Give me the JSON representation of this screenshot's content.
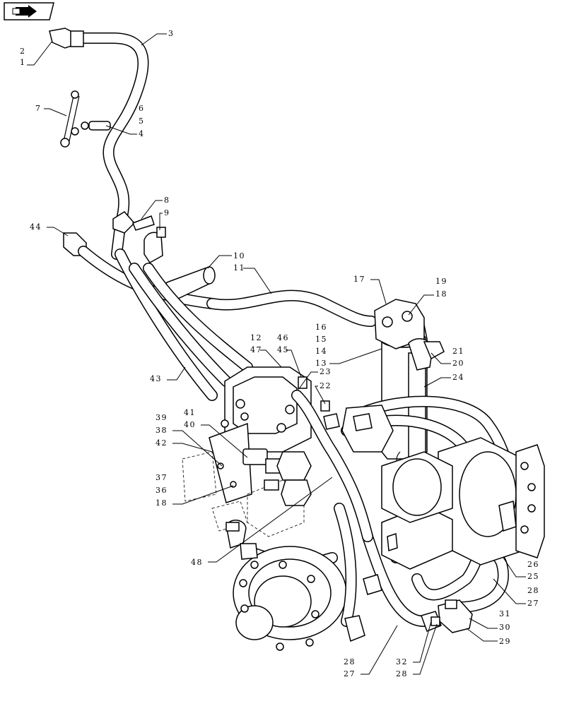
{
  "nav_icon": {
    "name": "page-nav-arrow-icon"
  },
  "callouts": {
    "c1": "1",
    "c2": "2",
    "c3": "3",
    "c4": "4",
    "c5": "5",
    "c6": "6",
    "c7": "7",
    "c8": "8",
    "c9": "9",
    "c10": "10",
    "c11": "11",
    "c12": "12",
    "c13": "13",
    "c14": "14",
    "c15": "15",
    "c16": "16",
    "c17": "17",
    "c18a": "18",
    "c18b": "18",
    "c19": "19",
    "c20": "20",
    "c21": "21",
    "c22": "22",
    "c23": "23",
    "c24": "24",
    "c25": "25",
    "c26": "26",
    "c27a": "27",
    "c27b": "27",
    "c28a": "28",
    "c28b": "28",
    "c28c": "28",
    "c29": "29",
    "c30": "30",
    "c31": "31",
    "c32": "32",
    "c36": "36",
    "c37": "37",
    "c38": "38",
    "c39": "39",
    "c40": "40",
    "c41": "41",
    "c42": "42",
    "c43": "43",
    "c44": "44",
    "c45": "45",
    "c46": "46",
    "c47": "47",
    "c48": "48"
  }
}
